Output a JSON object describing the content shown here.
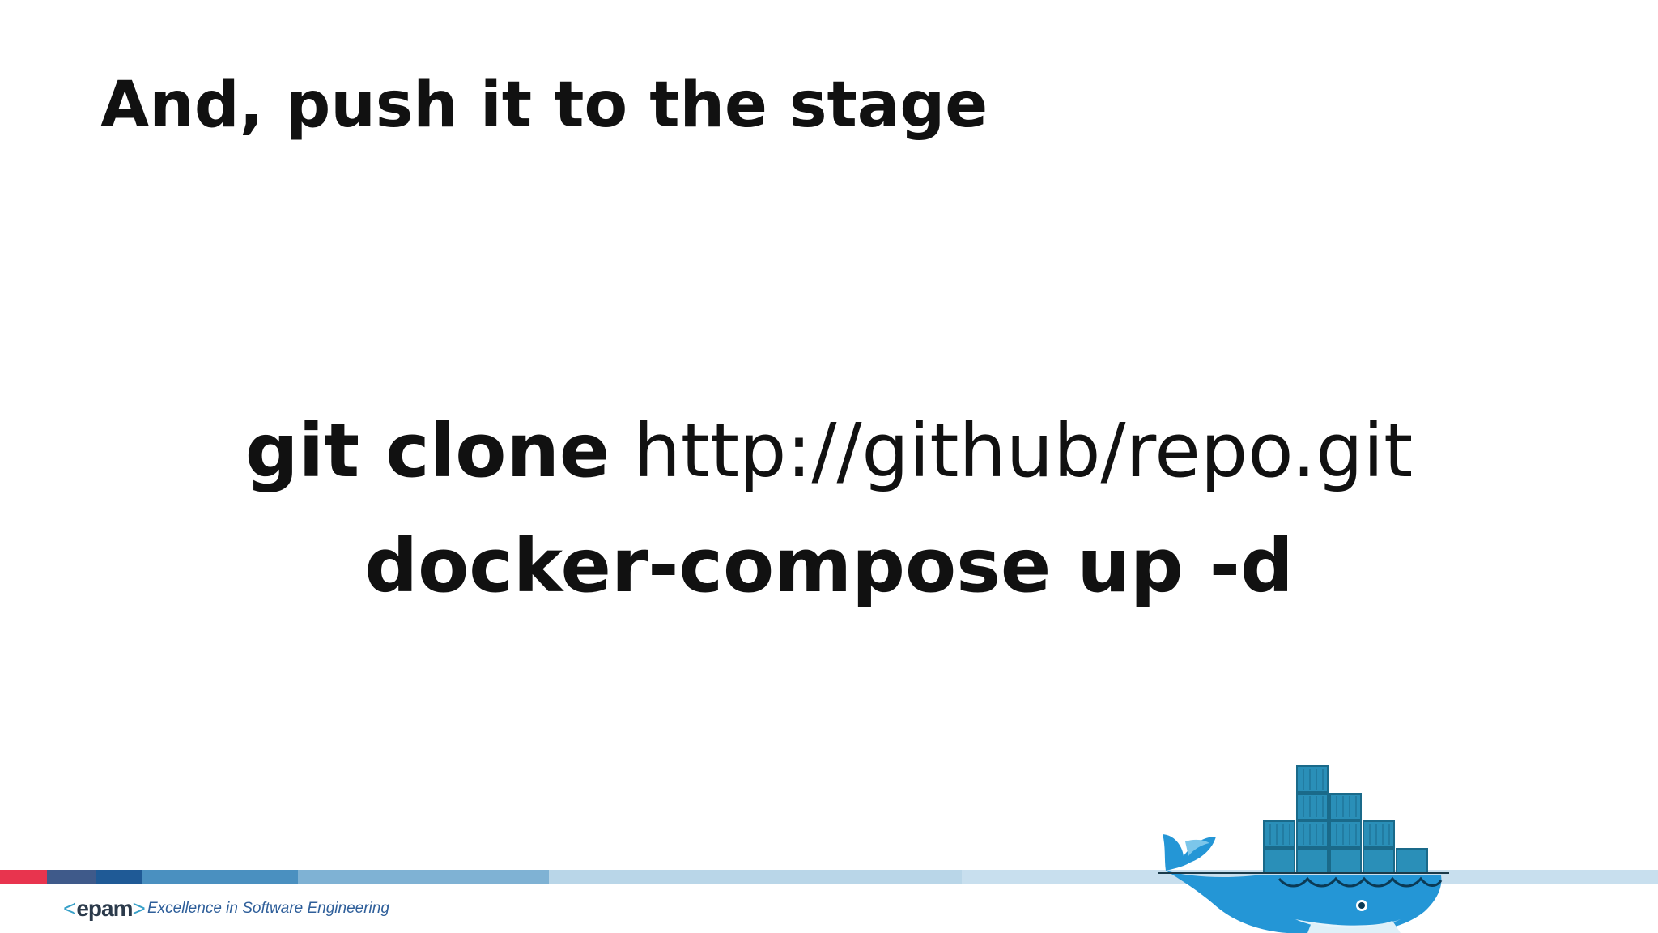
{
  "slide": {
    "title": "And, push it to the stage",
    "commands": {
      "line1_bold": "git clone",
      "line1_regular": "http://github/repo.git",
      "line2_bold": "docker-compose up -d"
    }
  },
  "footer": {
    "logo_open": "<",
    "logo_text": "epam",
    "logo_close": ">",
    "tagline": "Excellence in Software Engineering",
    "strip_colors": [
      "#e8344e",
      "#3f5a8a",
      "#1f5a96",
      "#4a90c0",
      "#7fb2d4",
      "#b9d6e8",
      "#c8dfee"
    ]
  },
  "colors": {
    "docker_blue": "#2496d6",
    "docker_dark": "#1a5a7a",
    "text": "#111111"
  },
  "icons": {
    "logo": "docker-whale-logo"
  }
}
